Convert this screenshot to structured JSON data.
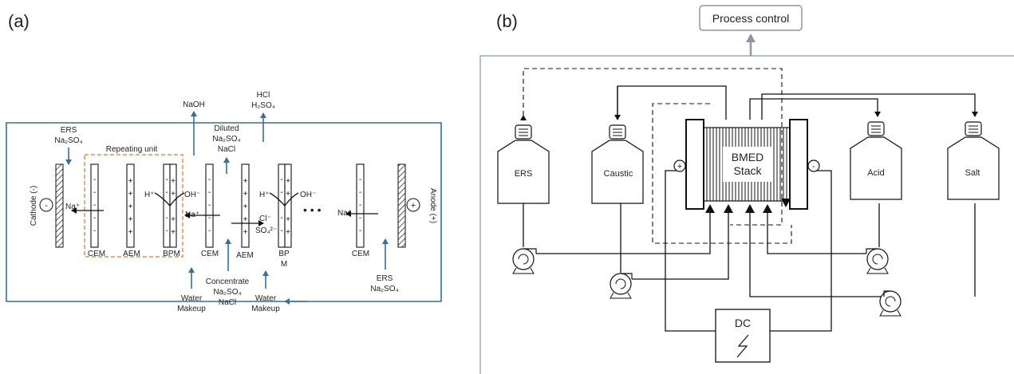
{
  "panel_a": {
    "label": "(a)",
    "naoh": "NaOH",
    "hcl": "HCl",
    "h2so4": "H₂SO₄",
    "ers_top_1": "ERS",
    "ers_top_2": "Na₂SO₄",
    "diluted_1": "Diluted",
    "diluted_2": "Na₂SO₄",
    "diluted_3": "NaCl",
    "repeating_unit": "Repeating unit",
    "cathode": "Cathode (-)",
    "anode": "Anode (+)",
    "cathode_sign": "-",
    "anode_sign": "+",
    "na_ion": "Na⁺",
    "h_ion": "H⁺",
    "oh_ion": "OH⁻",
    "cl_ion": "Cl⁻",
    "so4_ion": "SO₄²⁻",
    "ellipsis": "•   •   •",
    "membranes": {
      "cem1": "CEM",
      "aem1": "AEM",
      "bpm1": "BPM",
      "cem2": "CEM",
      "aem2": "AEM",
      "bpm2_1": "BP",
      "bpm2_2": "M",
      "cem3": "CEM"
    },
    "concentrate_1": "Concentrate",
    "concentrate_2": "Na₂SO₄",
    "concentrate_3": "NaCl",
    "water_makeup_1": "Water",
    "water_makeup_2": "Makeup",
    "ers_bottom_1": "ERS",
    "ers_bottom_2": "Na₂SO₄"
  },
  "panel_b": {
    "label": "(b)",
    "process_control": "Process control",
    "tanks": [
      "ERS",
      "Caustic",
      "Acid",
      "Salt"
    ],
    "stack_1": "BMED",
    "stack_2": "Stack",
    "plus": "+",
    "minus": "-",
    "dc": "DC"
  }
}
